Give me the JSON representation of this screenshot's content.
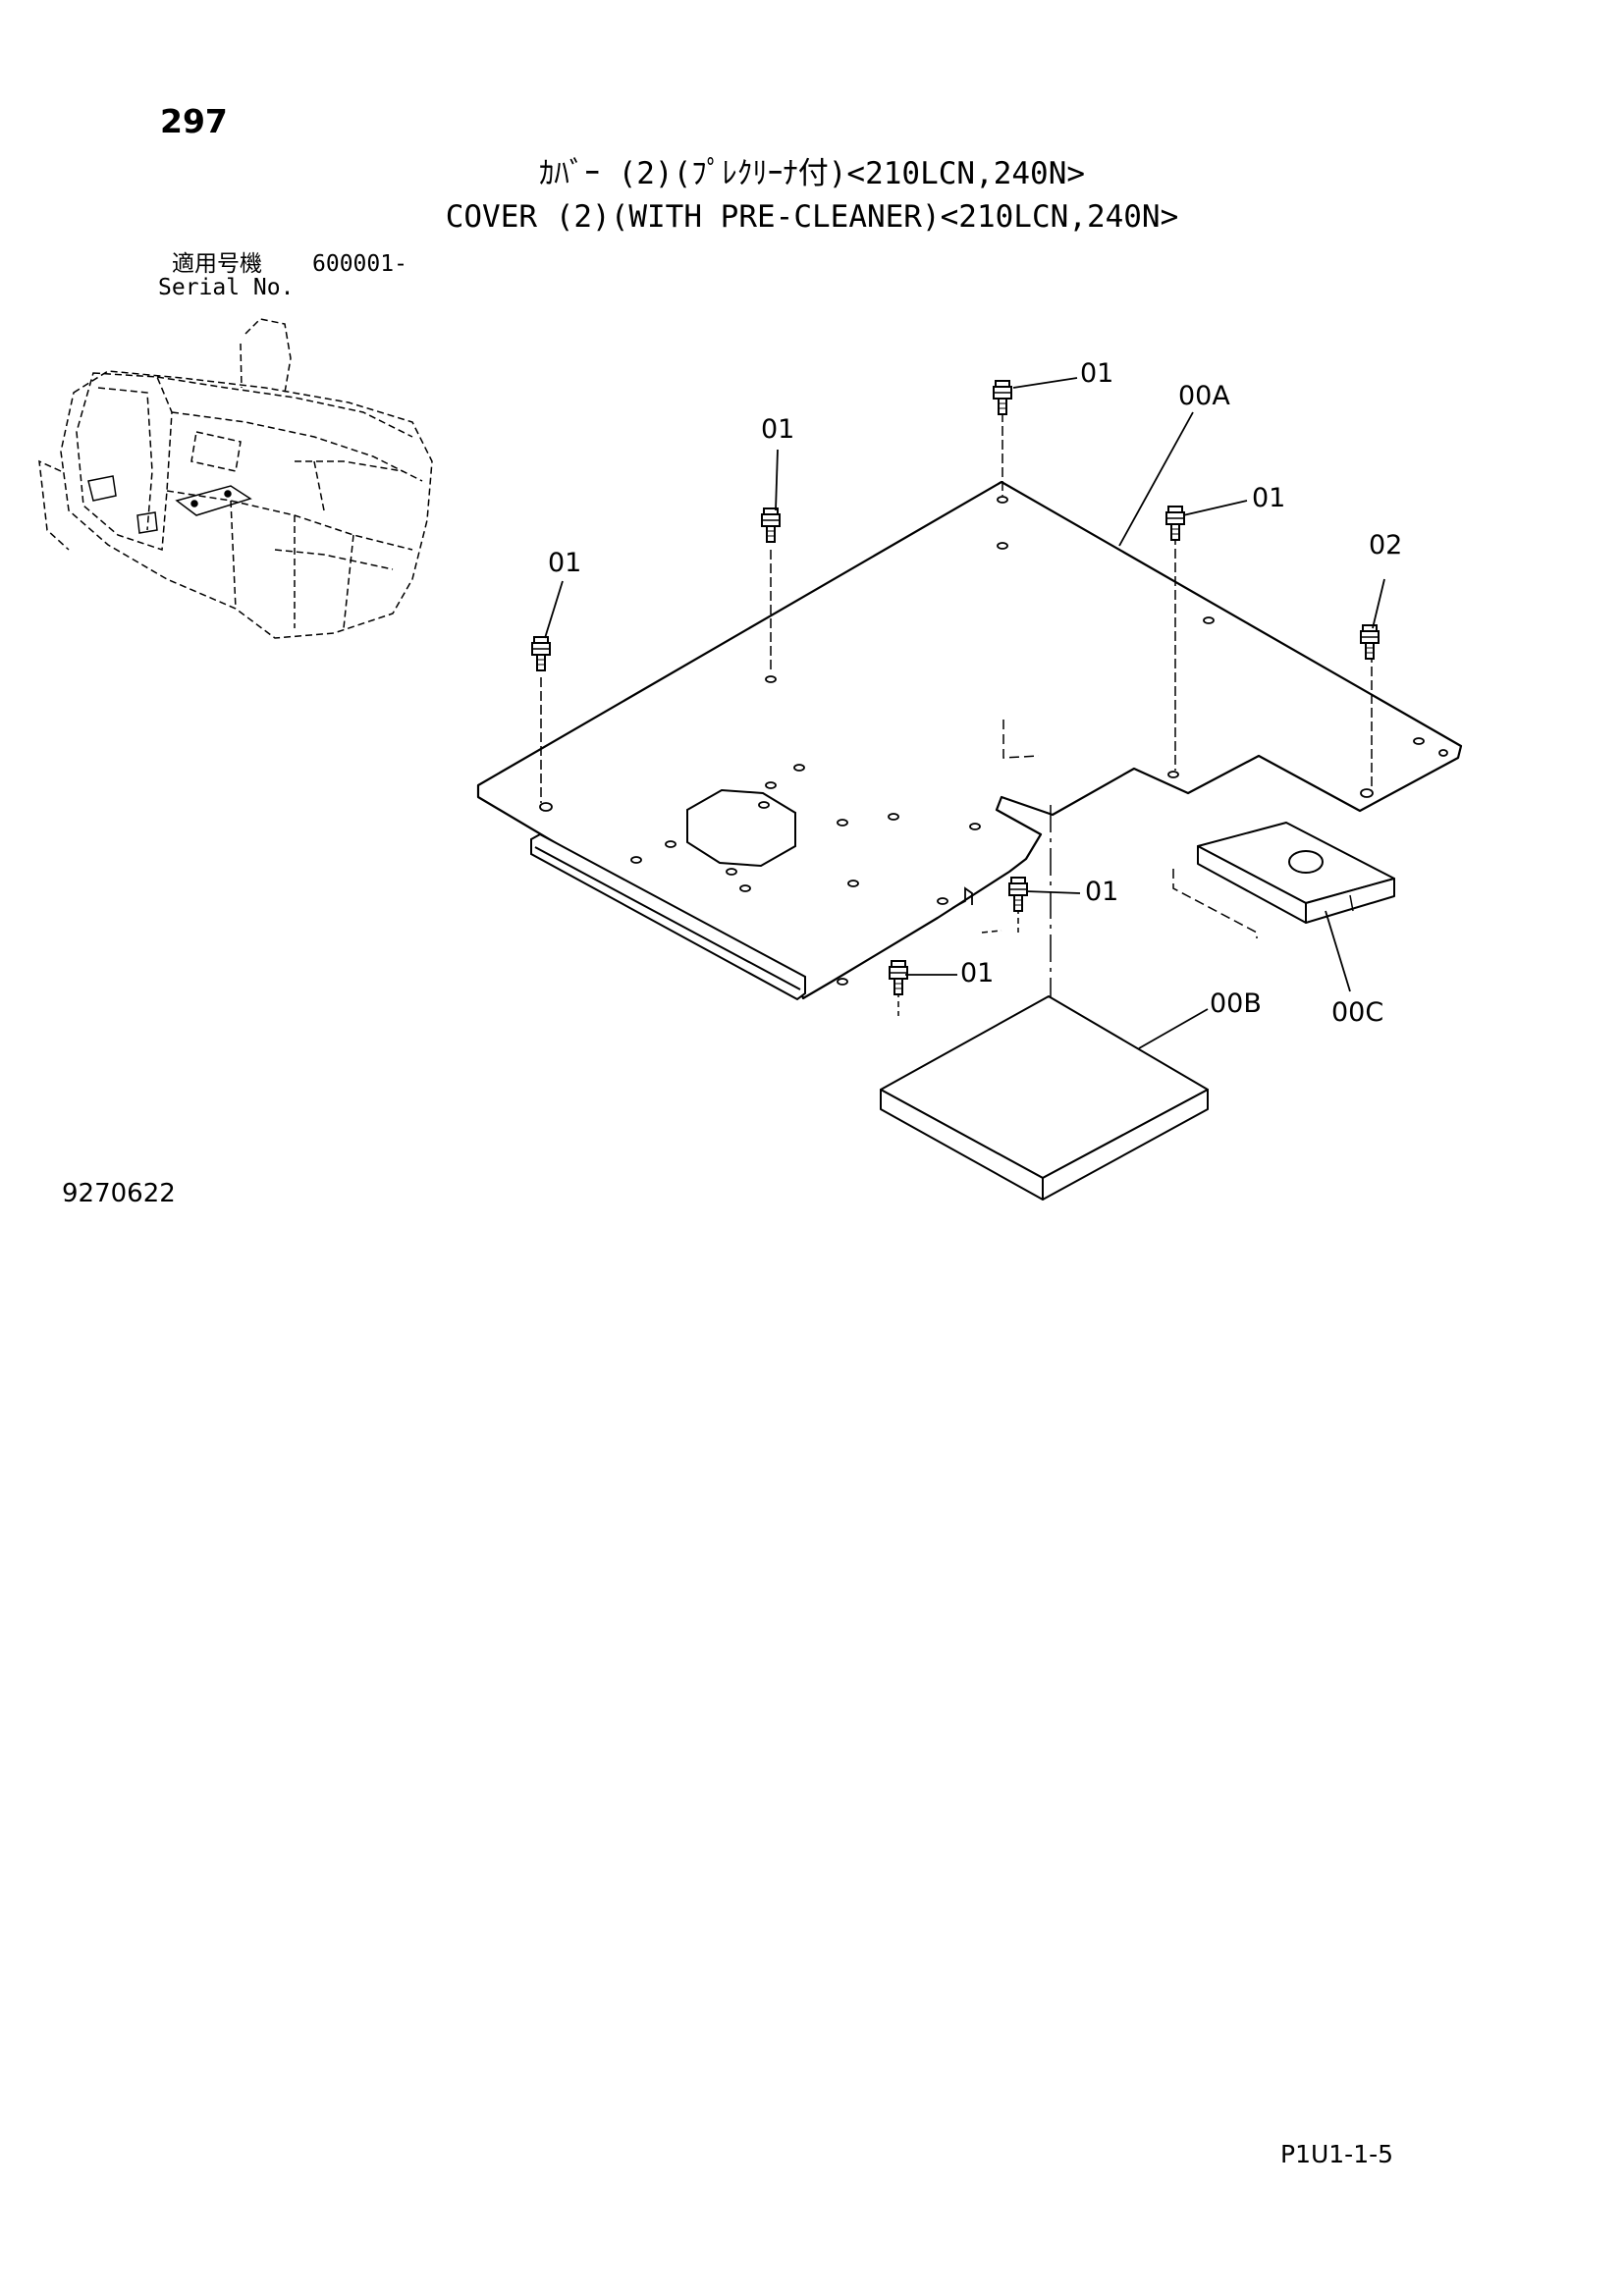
{
  "page_number": "297",
  "title_jp": "ｶﾊﾞｰ (2)(ﾌﾟﾚｸﾘｰﾅ付)<210LCN,240N>",
  "title_en": "COVER (2)(WITH PRE-CLEANER)<210LCN,240N>",
  "serial": {
    "label_jp": "適用号機",
    "label_en": "Serial No.",
    "value": "600001-"
  },
  "callouts": {
    "bolt": "01",
    "bolt_alt": "02",
    "cover_plate": "00A",
    "pad_large": "00B",
    "pad_small": "00C"
  },
  "figure_number": "9270622",
  "page_code": "P1U1-1-5"
}
